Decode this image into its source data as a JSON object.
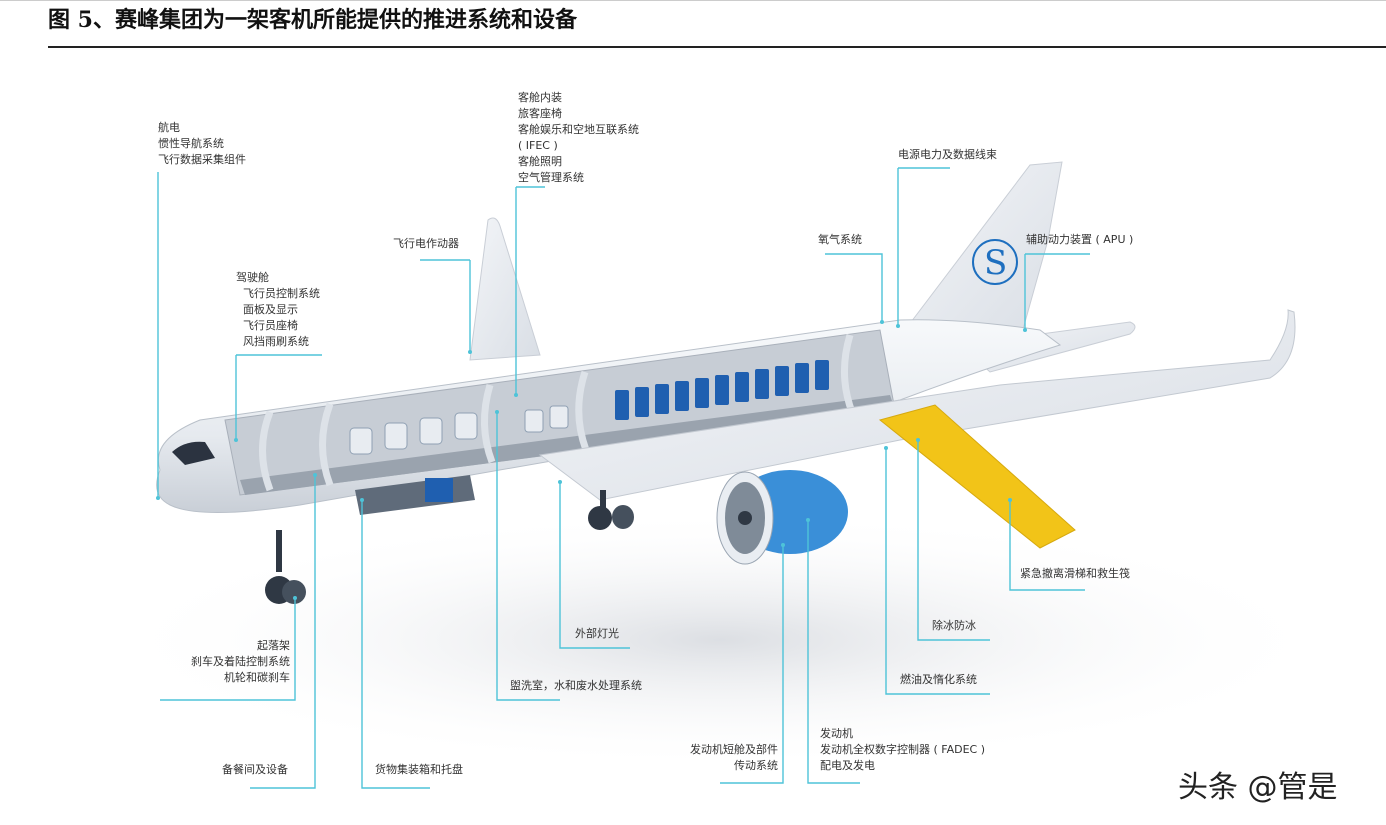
{
  "figure": {
    "title": "图 5、赛峰集团为一架客机所能提供的推进系统和设备"
  },
  "watermark": "头条 @管是",
  "colors": {
    "leader": "#4ec3d8",
    "seat": "#1f5fb0",
    "slide": "#f2c418",
    "fuselage": "#eef1f5",
    "engine": "#3a8fd8"
  },
  "icons": {
    "tail_logo": "safran-s-logo"
  },
  "labels": {
    "avionics": "航电\n惯性导航系统\n飞行数据采集组件",
    "cabin": "客舱内装\n旅客座椅\n客舱娱乐和空地互联系统\n( IFEC )\n客舱照明\n空气管理系统",
    "power_wiring": "电源电力及数据线束",
    "actuators": "飞行电作动器",
    "oxygen": "氧气系统",
    "apu": "辅助动力装置 ( APU )",
    "cockpit": "驾驶舱\n  飞行员控制系统\n  面板及显示\n  飞行员座椅\n  风挡雨刷系统",
    "slide": "紧急撤离滑梯和救生筏",
    "exterior_lighting": "外部灯光",
    "deicing": "除冰防冰",
    "fuel": "燃油及惰化系统",
    "landing_gear": "起落架\n刹车及着陆控制系统\n机轮和碳刹车",
    "lavatory": "盥洗室，水和废水处理系统",
    "nacelle": "发动机短舱及部件\n传动系统",
    "engine": "发动机\n发动机全权数字控制器 ( FADEC )\n配电及发电",
    "galley": "备餐间及设备",
    "cargo": "货物集装箱和托盘"
  }
}
